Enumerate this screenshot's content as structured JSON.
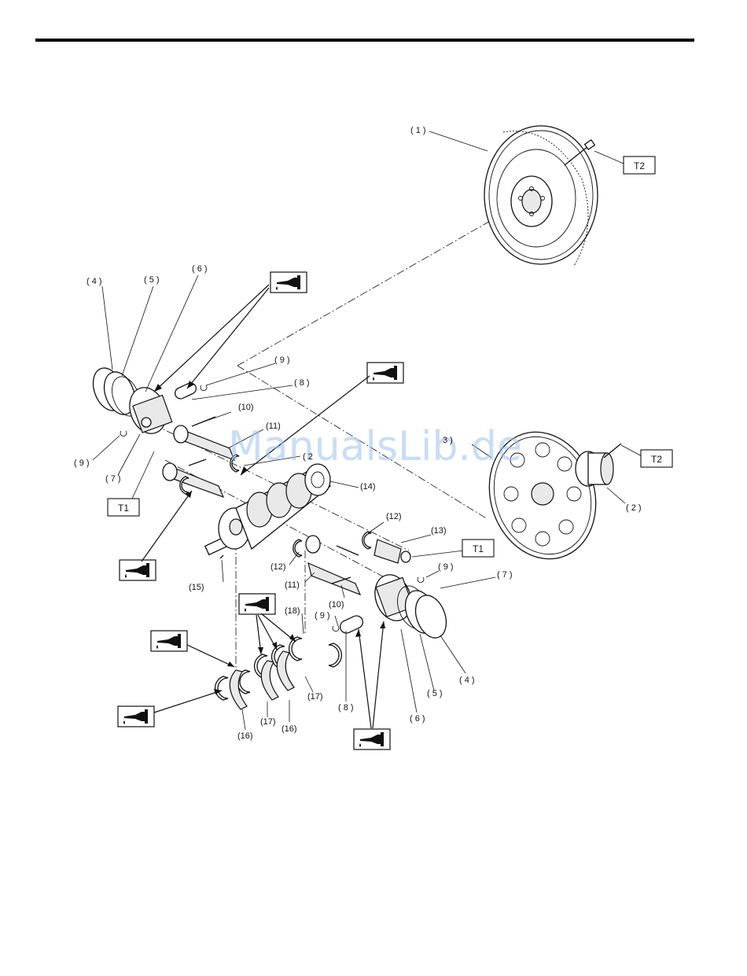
{
  "watermark": "ManualsLib.de",
  "labels": {
    "l1": "( 1 )",
    "l2a": "( 2 )",
    "l2b": "( 2",
    "l3": "3 )",
    "l4a": "( 4 )",
    "l4b": "( 4 )",
    "l5a": "( 5 )",
    "l5b": "( 5 )",
    "l6a": "( 6 )",
    "l6b": "( 6 )",
    "l7a": "( 7 )",
    "l7b": "( 7 )",
    "l8a": "( 8 )",
    "l8b": "( 8 )",
    "l9a": "( 9 )",
    "l9b": "( 9 )",
    "l9c": "( 9 )",
    "l9d": "( 9 )",
    "l10a": "(10)",
    "l10b": "(10)",
    "l11a": "(11)",
    "l11b": "(11)",
    "l12a": "(12)",
    "l12b": "(12)",
    "l13": "(13)",
    "l14": "(14)",
    "l15": "(15)",
    "l16a": "(16)",
    "l16b": "(16)",
    "l17a": "(17)",
    "l17b": "(17)",
    "l18": "(18)"
  },
  "torque_boxes": {
    "t2_top": "T2",
    "t2_right": "T2",
    "t1_left": "T1",
    "t1_right": "T1"
  },
  "icons": [
    "oil-can-icon"
  ],
  "colors": {
    "line": "#111111",
    "watermark": "#9ec2ee"
  }
}
